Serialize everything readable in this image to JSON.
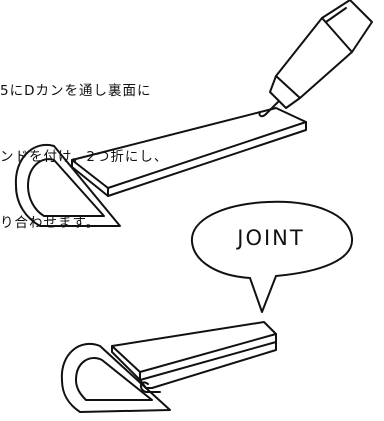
{
  "instruction": {
    "lines": [
      "5にDカンを通し裏面に",
      "ンドを付け、2つ折にし、",
      "り合わせます。"
    ]
  },
  "speech_bubble": {
    "label": "JOINT"
  },
  "icons": {
    "glue_tube": "glue-tube-icon",
    "d_ring": "d-ring-icon",
    "strap": "leather-strap-icon"
  }
}
